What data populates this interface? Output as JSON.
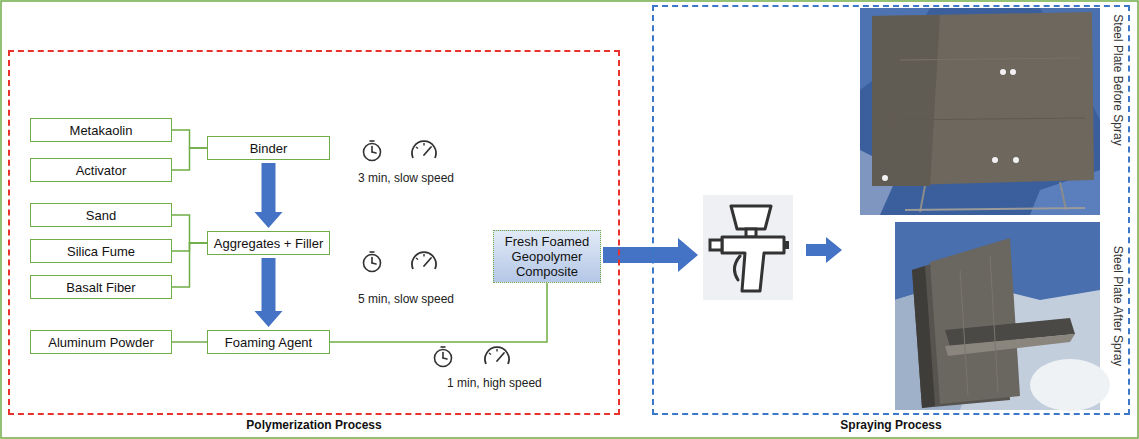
{
  "diagram": {
    "nodes": [
      {
        "text": [
          "Polymerization Process"
        ]
      },
      {
        "text": [
          "Metakaolin"
        ],
        "in": 0
      },
      {
        "text": [
          "Activator"
        ],
        "in": 0
      },
      {
        "text": [
          "Binder"
        ],
        "in": 0
      },
      {
        "text": [
          "Sand"
        ],
        "in": 0
      },
      {
        "text": [
          "Silica Fume"
        ],
        "in": 0
      },
      {
        "text": [
          "Basalt Fiber"
        ],
        "in": 0
      },
      {
        "text": [
          "Aggregates + Filler"
        ],
        "in": 0
      },
      {
        "text": [
          "Aluminum Powder"
        ],
        "in": 0
      },
      {
        "text": [
          "Foaming Agent"
        ],
        "in": 0
      },
      {
        "text": [
          "Fresh Foamed Geopolymer Composite"
        ],
        "in": 0
      },
      {
        "text": [
          "Spraying Process"
        ]
      }
    ],
    "edges": [
      {
        "from": 1,
        "to": 3,
        "arrow": "none"
      },
      {
        "from": 2,
        "to": 3,
        "arrow": "none"
      },
      {
        "from": 3,
        "to": 7,
        "arrow": "to"
      },
      {
        "from": 4,
        "to": 7,
        "arrow": "none"
      },
      {
        "from": 5,
        "to": 7,
        "arrow": "none"
      },
      {
        "from": 6,
        "to": 7,
        "arrow": "none"
      },
      {
        "from": 7,
        "to": 9,
        "arrow": "to"
      },
      {
        "from": 8,
        "to": 9,
        "arrow": "none"
      },
      {
        "from": 9,
        "to": 10,
        "arrow": "none"
      }
    ],
    "labels": [
      "3 min, slow speed",
      "5 min, slow speed",
      "1 min, high speed",
      "Steel Plate Before Spray",
      "Steel Plate After Spray"
    ]
  }
}
